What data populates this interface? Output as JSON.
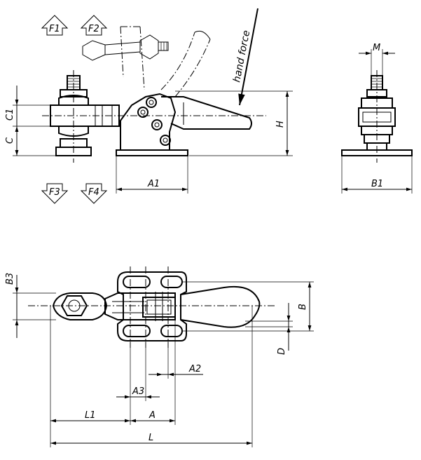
{
  "labels": {
    "f1": "F1",
    "f2": "F2",
    "f3": "F3",
    "f4": "F4",
    "hand_force": "hand force",
    "m": "M",
    "c1": "C1",
    "c": "C",
    "h": "H",
    "a1": "A1",
    "b1": "B1",
    "b3": "B3",
    "b": "B",
    "d": "D",
    "a2": "A2",
    "a3": "A3",
    "a": "A",
    "l1": "L1",
    "l": "L"
  }
}
